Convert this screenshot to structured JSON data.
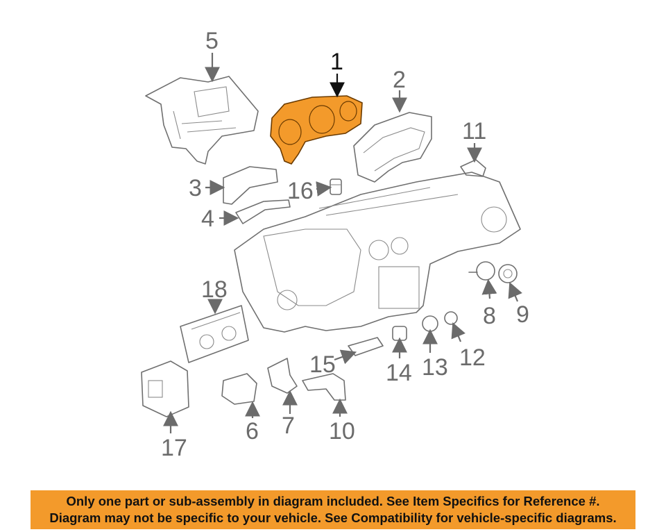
{
  "diagram": {
    "highlighted_part": "1",
    "highlight_color": "#f39a2b",
    "callouts": {
      "c1": "1",
      "c2": "2",
      "c3": "3",
      "c4": "4",
      "c5": "5",
      "c6": "6",
      "c7": "7",
      "c8": "8",
      "c9": "9",
      "c10": "10",
      "c11": "11",
      "c12": "12",
      "c13": "13",
      "c14": "14",
      "c15": "15",
      "c16": "16",
      "c17": "17",
      "c18": "18"
    }
  },
  "banner": {
    "line1": "Only one part or sub-assembly in diagram included. See Item Specifics for Reference #.",
    "line2": "Diagram may not be specific to your vehicle. See Compatibility for vehicle-specific diagrams.",
    "background": "#f39a2b"
  }
}
